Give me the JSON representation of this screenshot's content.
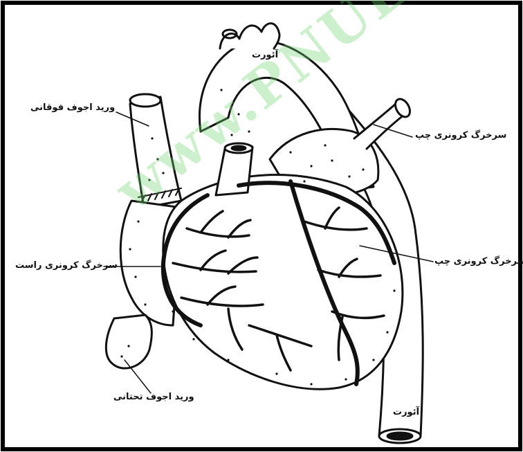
{
  "labels": {
    "aorta_top": "آئورت",
    "superior_vena_cava": "ورید اجوف فوقانی",
    "left_coronary_artery_upper": "سرخرگ کرونری چپ",
    "left_coronary_artery_side": "سرخرگ کرونری چپ",
    "right_coronary_artery": "سرخرگ کرونری راست",
    "inferior_vena_cava": "ورید اجوف تحتانی",
    "aorta_bottom": "آئورت"
  },
  "watermark": {
    "text": "www.PNUEB",
    "color": "#6fd26f"
  },
  "colors": {
    "ink": "#111111",
    "frame": "#000000",
    "paper": "#ffffff"
  }
}
